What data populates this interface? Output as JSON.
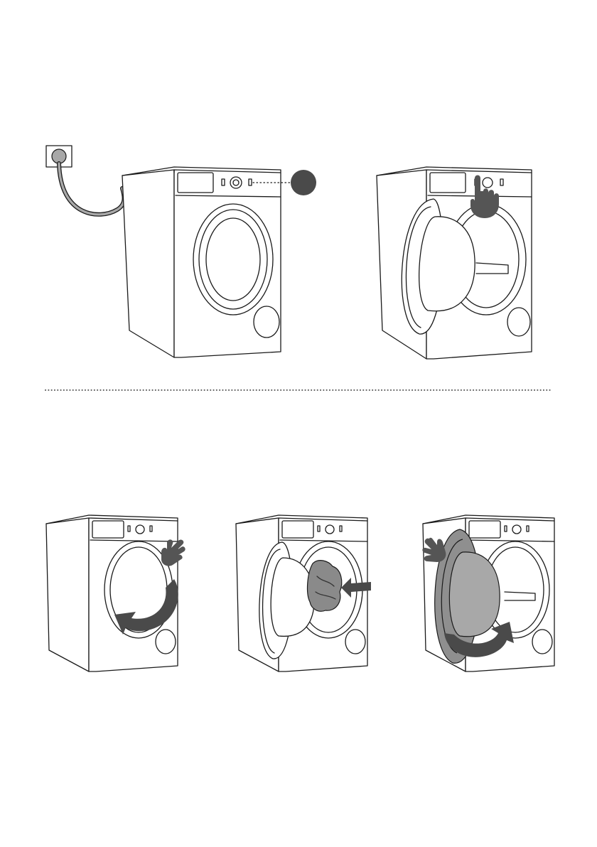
{
  "colors": {
    "line": "#1a1a1a",
    "paper": "#ffffff",
    "accent_dark": "#4a4a4a",
    "fill_grey": "#a8a8a8",
    "hand_grey": "#555555"
  },
  "figures": [
    {
      "id": "plug-in-and-power-on",
      "icons": [
        "wall-socket-icon",
        "power-cable-icon",
        "washing-machine-icon",
        "power-indicator-icon"
      ]
    },
    {
      "id": "press-door-button",
      "icons": [
        "washing-machine-icon",
        "pointing-hand-icon",
        "open-door-icon"
      ]
    },
    {
      "id": "open-door",
      "icons": [
        "washing-machine-icon",
        "hand-icon",
        "open-arrow-icon"
      ]
    },
    {
      "id": "load-laundry",
      "icons": [
        "washing-machine-icon",
        "laundry-icon",
        "insert-arrow-icon"
      ]
    },
    {
      "id": "close-door",
      "icons": [
        "washing-machine-icon",
        "hand-icon",
        "close-arrow-icon"
      ]
    }
  ]
}
